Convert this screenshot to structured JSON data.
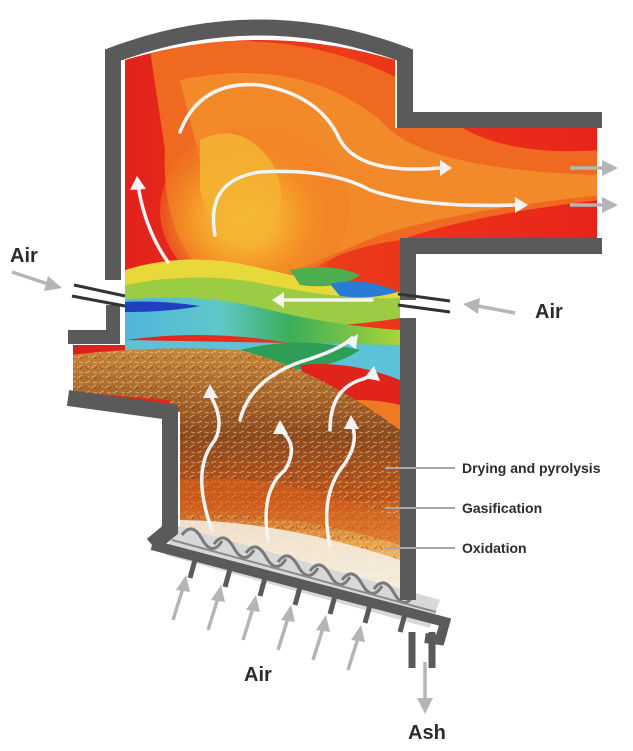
{
  "labels": {
    "air_left": "Air",
    "air_right": "Air",
    "air_bottom": "Air",
    "ash": "Ash",
    "zone_drying": "Drying and pyrolysis",
    "zone_gasification": "Gasification",
    "zone_oxidation": "Oxidation"
  },
  "colors": {
    "wall": "#5a5a5a",
    "flame_red": "#e31a1c",
    "flame_orange": "#f26a21",
    "flame_yellow": "#f4d23a",
    "cool_green": "#34a853",
    "cool_cyan": "#5bc0de",
    "cool_blue": "#1f4fbf",
    "fuel_brown": "#8a4a1c",
    "ember_orange": "#e0701c",
    "ash_cream": "#f3ede0",
    "arrow_white": "#f4f4f4",
    "arrow_grey": "#b5b5b5"
  },
  "icons": [
    "screw-conveyor-icon",
    "air-arrow-icon",
    "flow-arrow-icon"
  ]
}
